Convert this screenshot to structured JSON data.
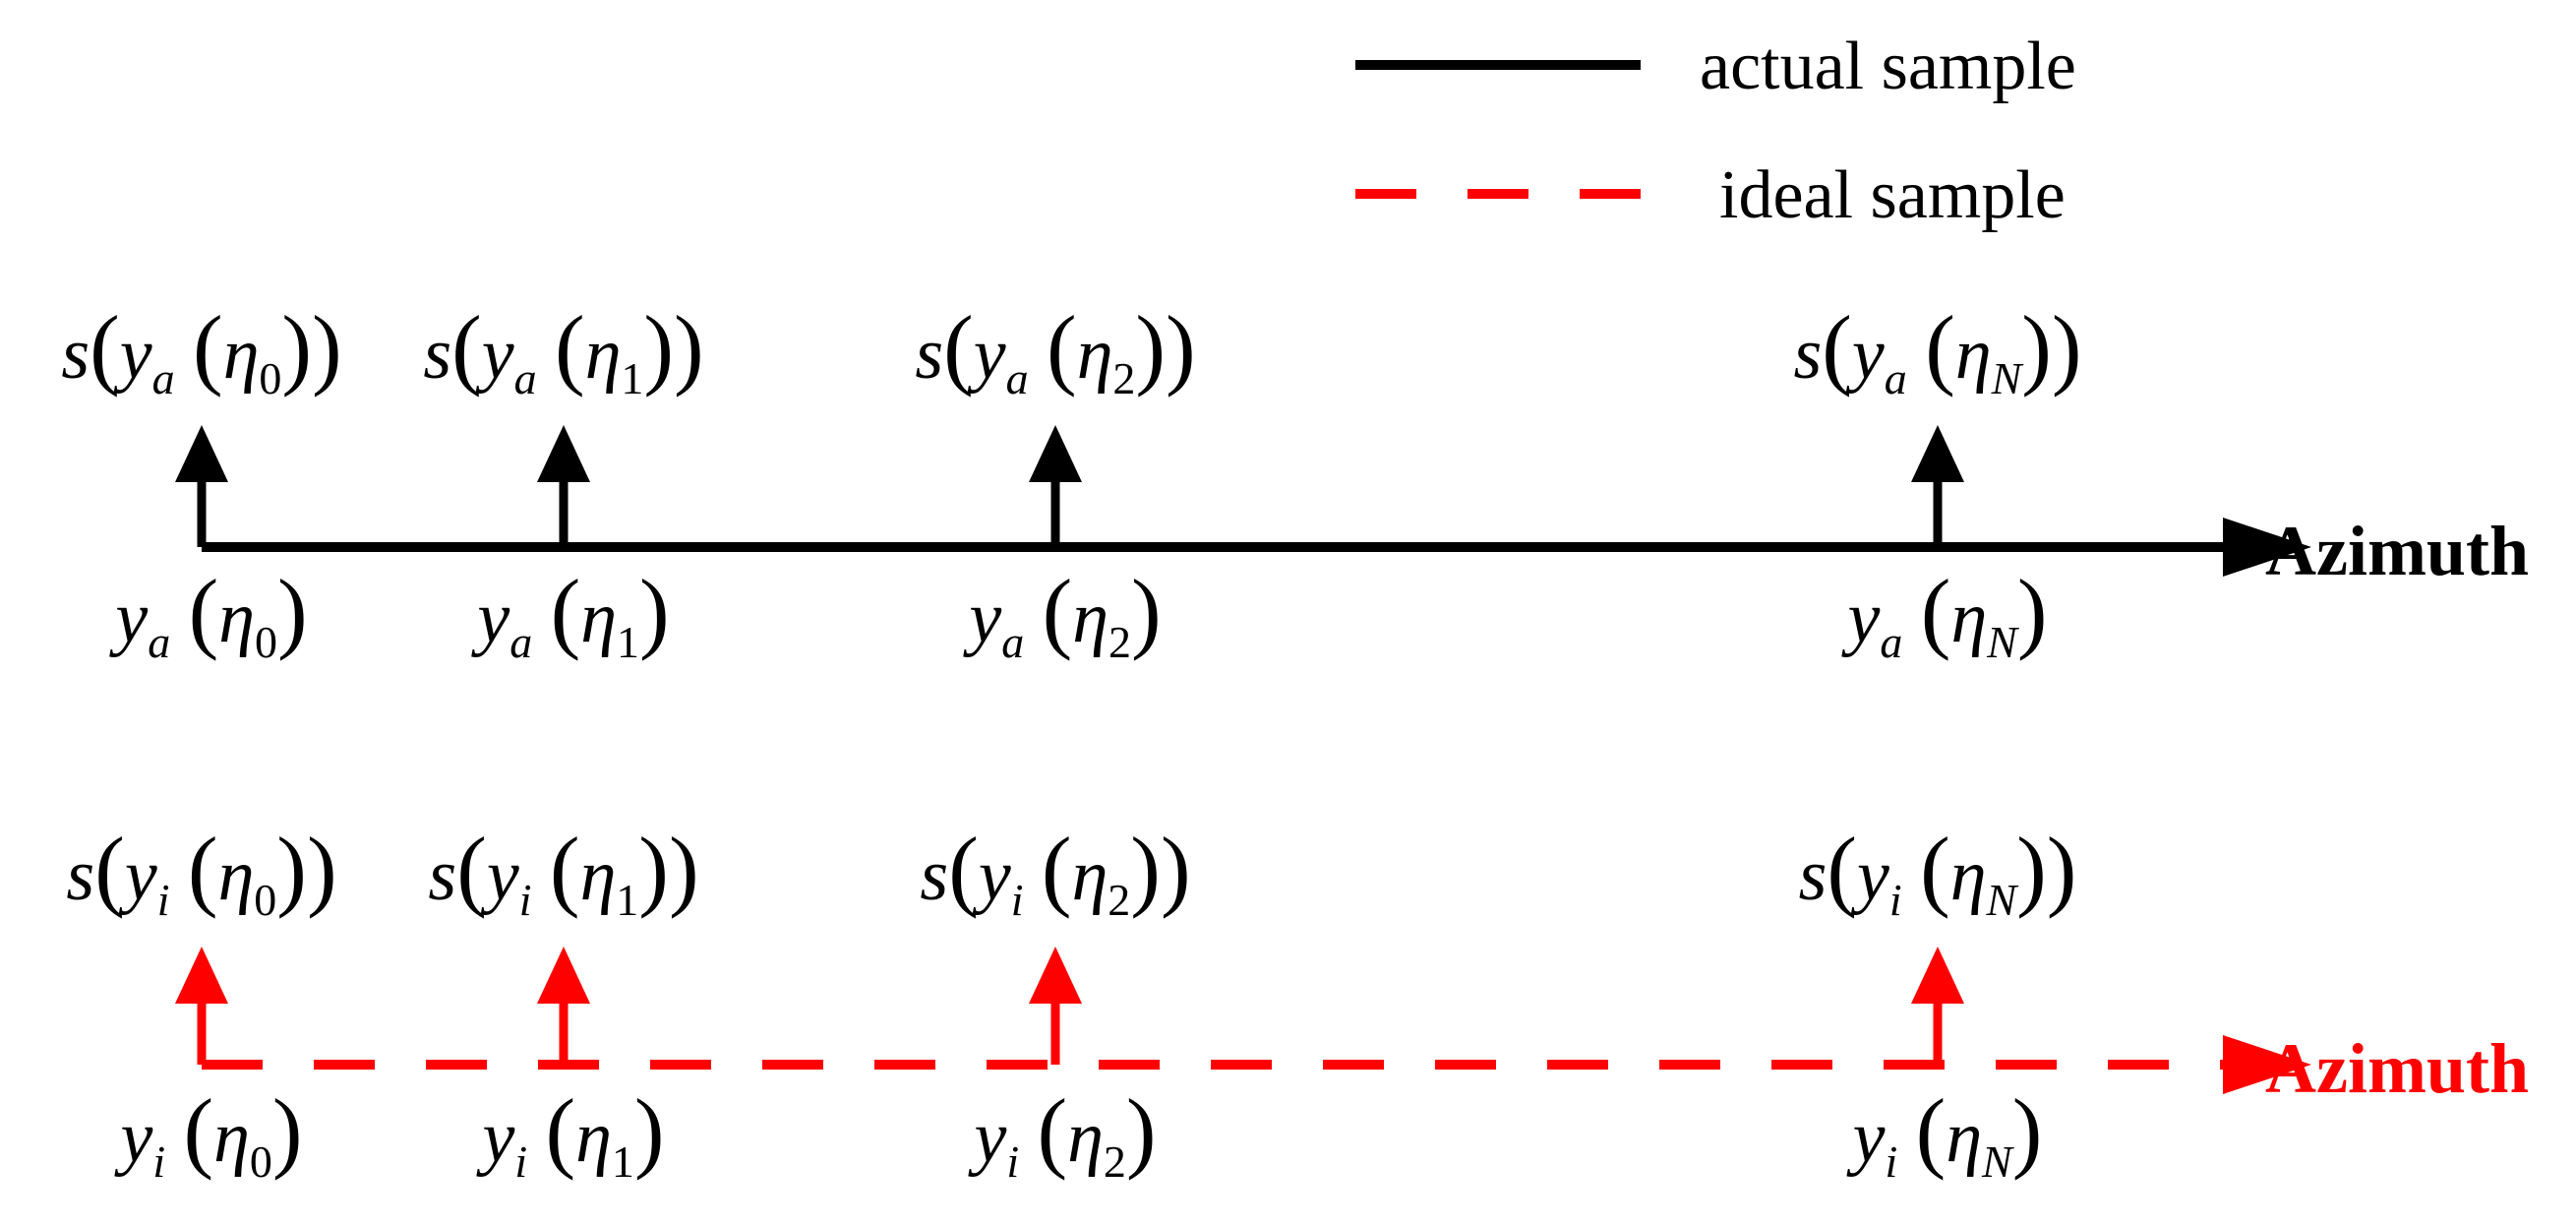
{
  "legend": {
    "actual": {
      "label": "actual sample",
      "color": "#000000",
      "style": "solid"
    },
    "ideal": {
      "label": "ideal sample",
      "color": "#ff0000",
      "style": "dashed"
    }
  },
  "rows": [
    {
      "id": "actual",
      "color": "#000000",
      "line_style": "solid",
      "axis_label": "Azimuth",
      "pos_sub": "a",
      "samples": [
        {
          "eta": "η",
          "sub": "0",
          "sub_italic": false
        },
        {
          "eta": "η",
          "sub": "1",
          "sub_italic": false
        },
        {
          "eta": "η",
          "sub": "2",
          "sub_italic": false
        },
        {
          "eta": "η",
          "sub": "N",
          "sub_italic": true
        }
      ]
    },
    {
      "id": "ideal",
      "color": "#ff0000",
      "line_style": "dashed",
      "axis_label": "Azimuth",
      "pos_sub": "i",
      "samples": [
        {
          "eta": "η",
          "sub": "0",
          "sub_italic": false
        },
        {
          "eta": "η",
          "sub": "1",
          "sub_italic": false
        },
        {
          "eta": "η",
          "sub": "2",
          "sub_italic": false
        },
        {
          "eta": "η",
          "sub": "N",
          "sub_italic": true
        }
      ]
    }
  ],
  "symbols": {
    "signal": "s",
    "position": "y",
    "open": "(",
    "close": ")"
  }
}
